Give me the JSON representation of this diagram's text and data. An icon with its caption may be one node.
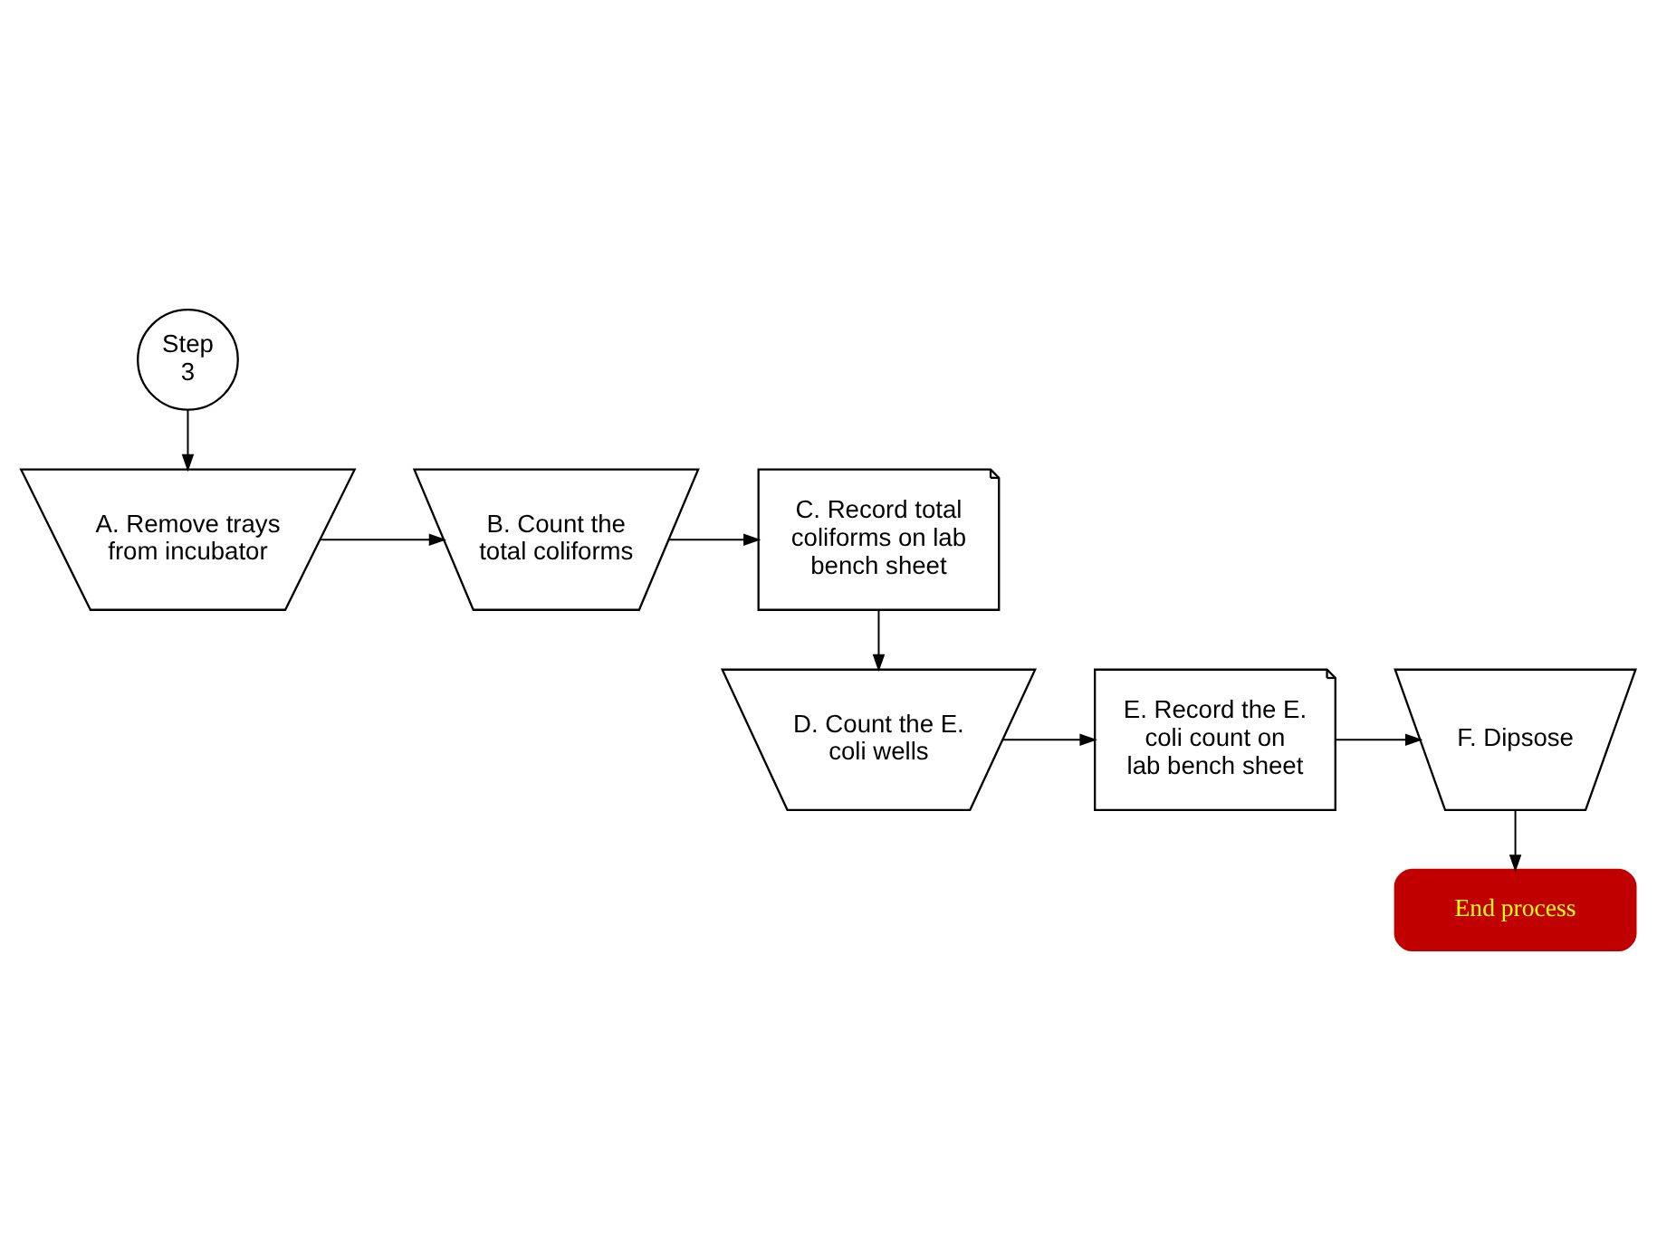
{
  "diagram": {
    "nodes": [
      {
        "text": [
          "Step 3"
        ]
      },
      {
        "text": [
          "A. Remove trays from incubator"
        ]
      },
      {
        "text": [
          "B. Count the total coliforms"
        ]
      },
      {
        "text": [
          "C. Record total coliforms on lab bench sheet"
        ]
      },
      {
        "text": [
          "D. Count the E. coli wells"
        ]
      },
      {
        "text": [
          "E. Record the E. coli count on lab bench sheet"
        ]
      },
      {
        "text": [
          "F. Dipsose"
        ]
      },
      {
        "text": [
          "End process"
        ]
      }
    ],
    "edges": [
      {
        "from": 0,
        "to": 1,
        "arrow": "to"
      },
      {
        "from": 1,
        "to": 2,
        "arrow": "to"
      },
      {
        "from": 2,
        "to": 3,
        "arrow": "to"
      },
      {
        "from": 3,
        "to": 4,
        "arrow": "to"
      },
      {
        "from": 4,
        "to": 5,
        "arrow": "to"
      },
      {
        "from": 5,
        "to": 6,
        "arrow": "to"
      },
      {
        "from": 6,
        "to": 7,
        "arrow": "to"
      }
    ]
  }
}
